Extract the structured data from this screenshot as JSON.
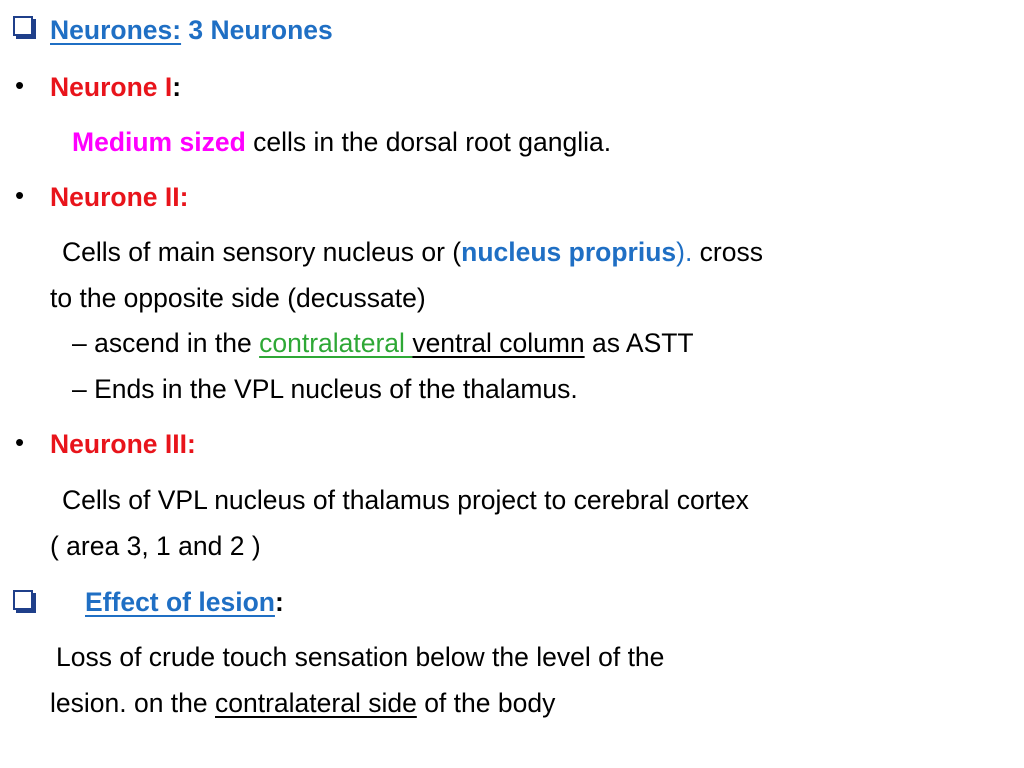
{
  "section1": {
    "underlined": "Neurones:",
    "rest": " 3 Neurones"
  },
  "neurone1": {
    "heading": "Neurone I",
    "colon": ":",
    "highlight": "Medium sized",
    "text": " cells in the dorsal  root ganglia."
  },
  "neurone2": {
    "heading": "Neurone II:",
    "line1_a": "Cells of main sensory nucleus or  (",
    "line1_b": "nucleus proprius",
    "line1_c": ").",
    "line1_d": " cross",
    "line2": "to the opposite side (decussate)",
    "line3_a": "– ascend in the ",
    "line3_b": "contralateral ",
    "line3_c": "ventral column",
    "line3_d": " as ASTT",
    "line4": "– Ends in the VPL nucleus of the thalamus."
  },
  "neurone3": {
    "heading": "Neurone III:",
    "line1": "Cells of VPL nucleus of thalamus project to cerebral cortex",
    "line2": "( area 3, 1 and 2 )"
  },
  "section2": {
    "underlined": "Effect of lesion",
    "colon": ":",
    "line1": "Loss of crude touch sensation below the level of the",
    "line2_a": "lesion. on the ",
    "line2_b": "contralateral side",
    "line2_c": " of the body"
  },
  "bullet_char": "•",
  "colors": {
    "red": "#e8141b",
    "blue": "#1f6fc4",
    "magenta": "#ff00ff",
    "green": "#2ea836"
  }
}
